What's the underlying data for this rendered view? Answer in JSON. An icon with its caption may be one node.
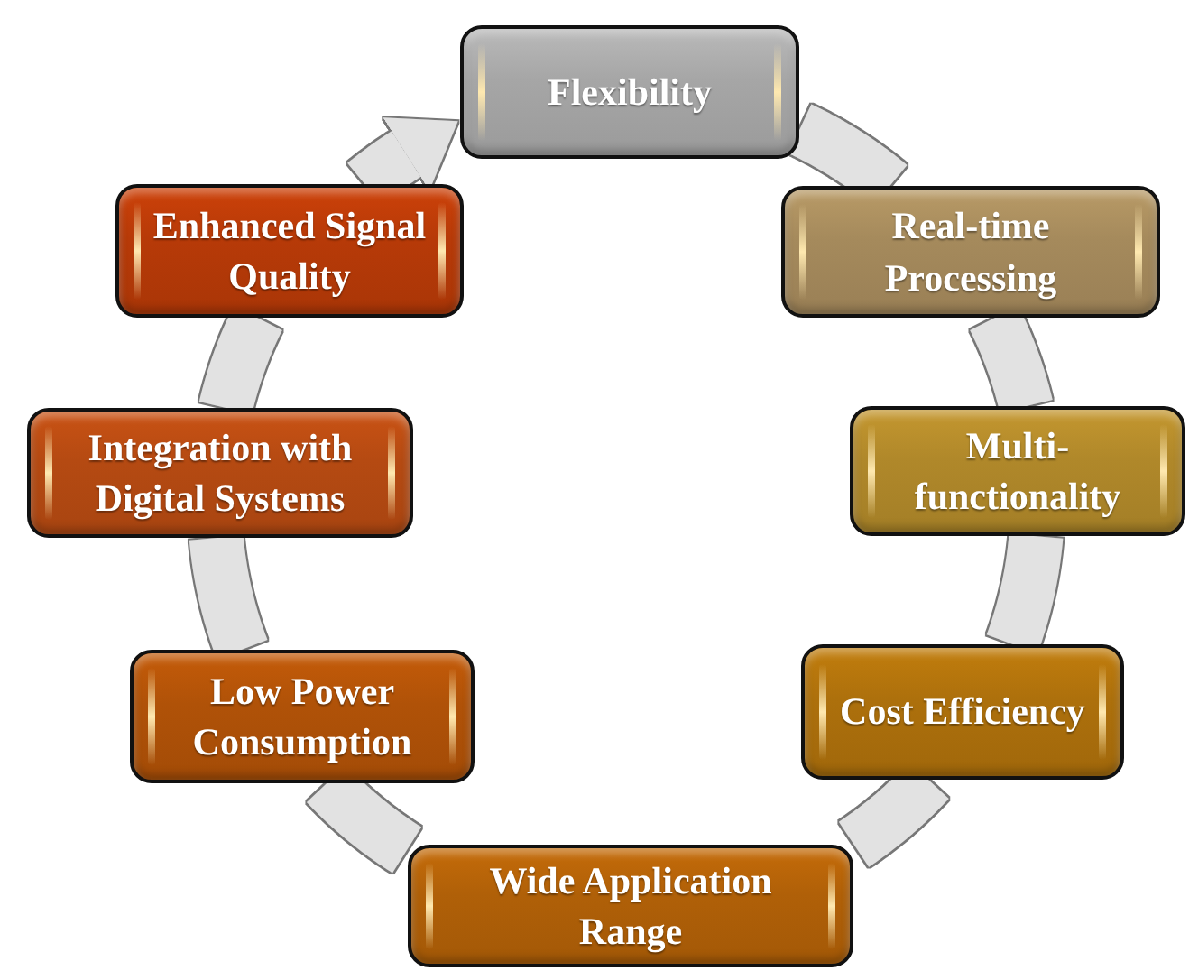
{
  "diagram": {
    "nodes": [
      {
        "text": [
          "Flexibility"
        ]
      },
      {
        "text": [
          "Real-time Processing"
        ]
      },
      {
        "text": [
          "Multi-functionality"
        ]
      },
      {
        "text": [
          "Cost Efficiency"
        ]
      },
      {
        "text": [
          "Wide Application Range"
        ]
      },
      {
        "text": [
          "Low Power Consumption"
        ]
      },
      {
        "text": [
          "Integration with Digital Systems"
        ]
      },
      {
        "text": [
          "Enhanced Signal Quality"
        ]
      }
    ],
    "edges": [
      {
        "from": 0,
        "to": 1,
        "arrow": "none"
      },
      {
        "from": 1,
        "to": 2,
        "arrow": "none"
      },
      {
        "from": 2,
        "to": 3,
        "arrow": "none"
      },
      {
        "from": 3,
        "to": 4,
        "arrow": "none"
      },
      {
        "from": 4,
        "to": 5,
        "arrow": "none"
      },
      {
        "from": 5,
        "to": 6,
        "arrow": "none"
      },
      {
        "from": 6,
        "to": 7,
        "arrow": "none"
      },
      {
        "from": 7,
        "to": 0,
        "arrow": "to"
      }
    ]
  }
}
